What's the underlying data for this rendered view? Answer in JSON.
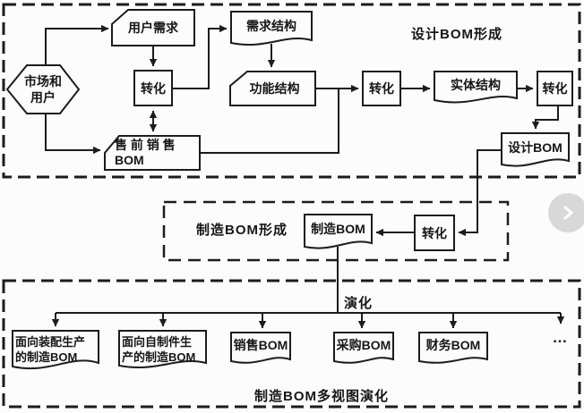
{
  "sections": {
    "design_label": "设计BOM形成",
    "manufacture_label": "制造BOM形成",
    "evolution_label": "演化",
    "multiview_label": "制造BOM多视图演化"
  },
  "nodes": {
    "market_users": "市场和\n用户",
    "user_requirements": "用户需求",
    "transform": "转化",
    "requirement_structure": "需求结构",
    "function_structure": "功能结构",
    "presales_bom": "售 前 销 售\nBOM",
    "entity_structure": "实体结构",
    "design_bom": "设计BOM",
    "manufacturing_bom": "制造BOM",
    "assembly_bom": "面向装配生产\n的制造BOM",
    "selfmade_bom": "面向自制件生\n产的制造BOM",
    "sales_bom": "销售BOM",
    "purchase_bom": "采购BOM",
    "finance_bom": "财务BOM",
    "more": "…"
  },
  "icons": {
    "next": "chevron-right"
  },
  "colors": {
    "line": "#1c1c1c",
    "background": "#fcfcfc",
    "nav_circle": "#d8d8d8",
    "shape_fill": "#fcfcfc"
  }
}
